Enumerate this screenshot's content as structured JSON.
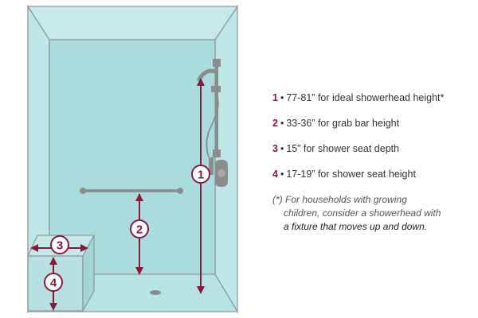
{
  "colors": {
    "accent": "#8b1a3a",
    "wall_back": "#a9dcdc",
    "wall_side": "#bfe7e7",
    "floor": "#b8e3e3",
    "outline": "#8f9a9a",
    "fixture": "#8c8c8c"
  },
  "icons": {
    "showerhead": "handheld-showerhead-icon",
    "valve": "shower-valve-icon",
    "drain": "floor-drain-icon"
  },
  "badges": {
    "b1": "1",
    "b2": "2",
    "b3": "3",
    "b4": "4"
  },
  "legend": {
    "items": [
      {
        "num": "1",
        "bullet": "•",
        "text": "77-81” for ideal showerhead height*"
      },
      {
        "num": "2",
        "bullet": "•",
        "text": "33-36” for grab bar height"
      },
      {
        "num": "3",
        "bullet": "•",
        "text": "15” for shower seat depth"
      },
      {
        "num": "4",
        "bullet": "•",
        "text": "17-19” for shower seat height"
      }
    ],
    "footnote": {
      "line1": "(*) For households with growing",
      "line2": "children, consider a showerhead with",
      "line3": "a fixture that moves up and down."
    }
  }
}
